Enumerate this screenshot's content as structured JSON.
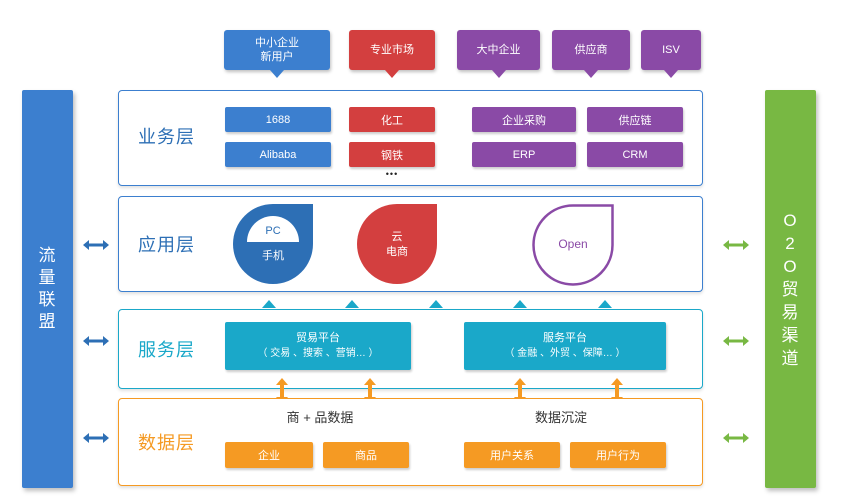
{
  "colors": {
    "blue": "#3c7fcf",
    "red": "#d33f3f",
    "purple": "#8a4aa6",
    "teal": "#1aa8c9",
    "orange": "#f59a23",
    "green": "#78b843",
    "navy": "#2d6fb5"
  },
  "top_tags": [
    {
      "line1": "中小企业",
      "line2": "新用户"
    },
    {
      "line1": "专业市场"
    },
    {
      "line1": "大中企业"
    },
    {
      "line1": "供应商"
    },
    {
      "line1": "ISV"
    }
  ],
  "left_bar": {
    "chars": [
      "流",
      "量",
      "联",
      "盟"
    ]
  },
  "right_bar": {
    "chars": [
      "O",
      "2",
      "O",
      "贸",
      "易",
      "渠",
      "道"
    ]
  },
  "business_layer": {
    "label": "业务层",
    "blue_boxes": [
      "1688",
      "Alibaba"
    ],
    "red_boxes": [
      "化工",
      "钢铁"
    ],
    "ellipsis": "•••",
    "purple_boxes": [
      "企业采购",
      "供应链",
      "ERP",
      "CRM"
    ]
  },
  "application_layer": {
    "label": "应用层",
    "pc_shape": {
      "top": "PC",
      "bottom": "手机"
    },
    "cloud_shape": {
      "line1": "云",
      "line2": "电商"
    },
    "open_shape": {
      "label": "Open"
    }
  },
  "service_layer": {
    "label": "服务层",
    "trade_platform": {
      "title": "贸易平台",
      "sub": "（ 交易 、搜索 、营销… ）"
    },
    "service_platform": {
      "title": "服务平台",
      "sub": "（ 金融 、外贸 、保障… ）"
    }
  },
  "data_layer": {
    "label": "数据层",
    "left_title": "商 + 品数据",
    "right_title": "数据沉淀",
    "boxes": [
      "企业",
      "商品",
      "用户关系",
      "用户行为"
    ]
  }
}
